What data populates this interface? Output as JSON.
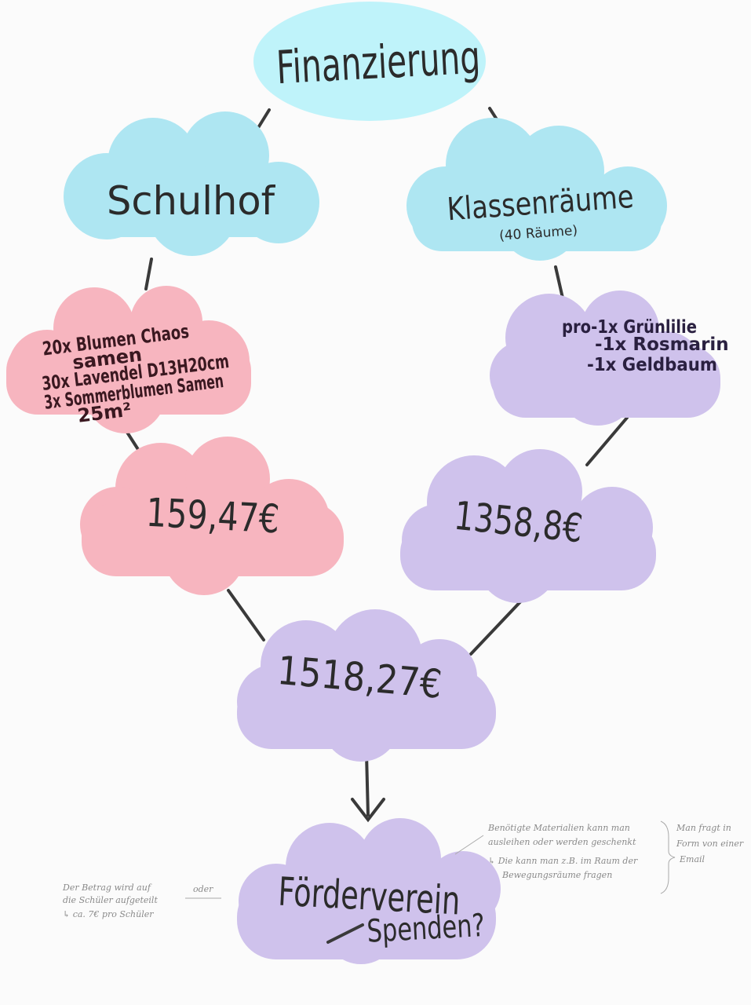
{
  "colors": {
    "cyan": "#bff3fa",
    "blue": "#aee6f2",
    "pink": "#f7b5bf",
    "purple": "#cfc2ec",
    "ink": "#2b2b2b"
  },
  "nodes": {
    "root": "Finanzierung",
    "schulhof": "Schulhof",
    "klassen_title": "Klassenräume",
    "klassen_sub": "(40 Räume)",
    "schulhof_items": [
      "20x Blumen Chaos",
      "samen",
      "30x Lavendel D13H20cm",
      "3x Sommerblumen Samen",
      "25m²"
    ],
    "klassen_items": [
      "pro-1x Grünlilie",
      "-1x Rosmarin",
      "-1x Geldbaum"
    ],
    "cost_schulhof": "159,47€",
    "cost_klassen": "1358,8€",
    "total": "1518,27€",
    "foerderverein": "Förderverein",
    "spenden": "Spenden?"
  },
  "notes": {
    "left": [
      "Der Betrag wird auf",
      "die Schüler aufgeteilt",
      "↳ ca. 7€ pro Schüler"
    ],
    "oder": "oder",
    "right": [
      "Benötigte Materialien kann man",
      "ausleihen oder werden geschenkt",
      "↳ Die kann man z.B. im Raum der",
      "Bewegungsräume fragen"
    ],
    "far_right": [
      "Man fragt in",
      "Form von einer",
      "Email"
    ]
  }
}
